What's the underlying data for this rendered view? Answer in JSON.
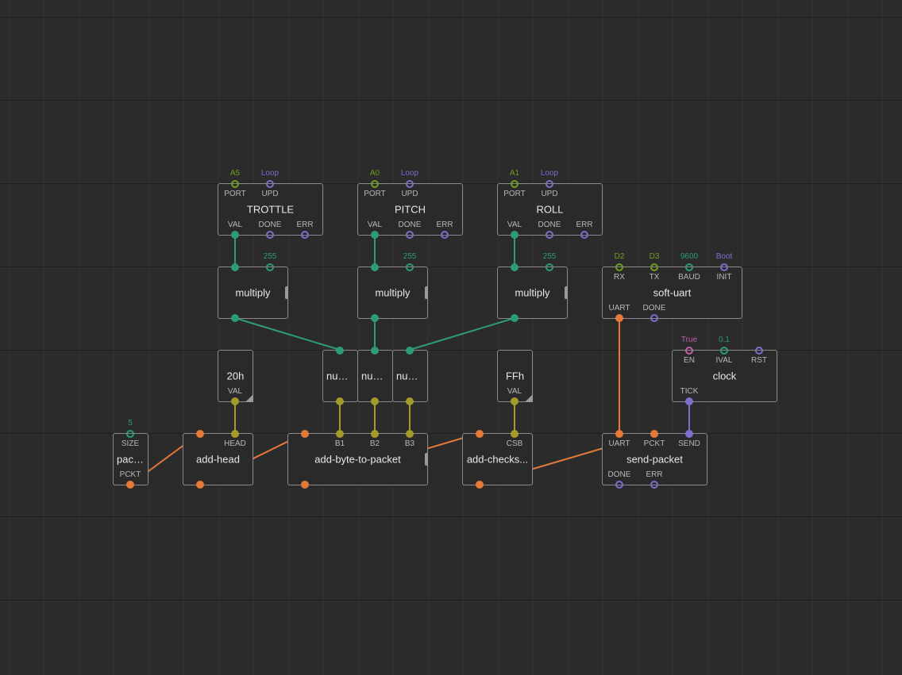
{
  "colors": {
    "number": "#2e9b7a",
    "pulse": "#7a6fce",
    "port": "#6f9e1c",
    "boolean": "#c060a8",
    "byte": "#a39b2b",
    "custom": "#e6793a",
    "value_number": "#2e9b7a",
    "value_pulse": "#7a6fce",
    "value_port": "#6f9e1c",
    "value_boolean": "#c060a8"
  },
  "nodes": {
    "trottle": {
      "title": "TROTTLE",
      "inputs": [
        {
          "label": "PORT",
          "value": "A5"
        },
        {
          "label": "UPD",
          "value": "Loop"
        }
      ],
      "outputs": [
        {
          "label": "VAL"
        },
        {
          "label": "DONE"
        },
        {
          "label": "ERR"
        }
      ]
    },
    "pitch": {
      "title": "PITCH",
      "inputs": [
        {
          "label": "PORT",
          "value": "A0"
        },
        {
          "label": "UPD",
          "value": "Loop"
        }
      ],
      "outputs": [
        {
          "label": "VAL"
        },
        {
          "label": "DONE"
        },
        {
          "label": "ERR"
        }
      ]
    },
    "roll": {
      "title": "ROLL",
      "inputs": [
        {
          "label": "PORT",
          "value": "A1"
        },
        {
          "label": "UPD",
          "value": "Loop"
        }
      ],
      "outputs": [
        {
          "label": "VAL"
        },
        {
          "label": "DONE"
        },
        {
          "label": "ERR"
        }
      ]
    },
    "multiply1": {
      "title": "multiply",
      "inputs": [
        {
          "value": ""
        },
        {
          "value": "255"
        }
      ]
    },
    "multiply2": {
      "title": "multiply",
      "inputs": [
        {
          "value": ""
        },
        {
          "value": "255"
        }
      ]
    },
    "multiply3": {
      "title": "multiply",
      "inputs": [
        {
          "value": ""
        },
        {
          "value": "255"
        }
      ]
    },
    "soft_uart": {
      "title": "soft-uart",
      "inputs": [
        {
          "label": "RX",
          "value": "D2"
        },
        {
          "label": "TX",
          "value": "D3"
        },
        {
          "label": "BAUD",
          "value": "9600"
        },
        {
          "label": "INIT",
          "value": "Boot"
        }
      ],
      "outputs": [
        {
          "label": "UART"
        },
        {
          "label": "DONE"
        }
      ]
    },
    "clock": {
      "title": "clock",
      "inputs": [
        {
          "label": "EN",
          "value": "True"
        },
        {
          "label": "IVAL",
          "value": "0.1"
        },
        {
          "label": "RST",
          "value": ""
        }
      ],
      "outputs": [
        {
          "label": "TICK"
        }
      ]
    },
    "const20h": {
      "title": "20h",
      "outputs": [
        {
          "label": "VAL"
        }
      ]
    },
    "constFFh": {
      "title": "FFh",
      "outputs": [
        {
          "label": "VAL"
        }
      ]
    },
    "num1": {
      "title": "num..."
    },
    "num2": {
      "title": "num..."
    },
    "num3": {
      "title": "num..."
    },
    "pack": {
      "title": "pack...",
      "inputs": [
        {
          "label": "SIZE",
          "value": "5"
        }
      ],
      "outputs": [
        {
          "label": "PCKT"
        }
      ]
    },
    "add_head": {
      "title": "add-head",
      "inputs": [
        {
          "label": ""
        },
        {
          "label": "HEAD"
        }
      ]
    },
    "add_byte": {
      "title": "add-byte-to-packet",
      "inputs": [
        {
          "label": ""
        },
        {
          "label": "B1"
        },
        {
          "label": "B2"
        },
        {
          "label": "B3"
        }
      ]
    },
    "add_checksum": {
      "title": "add-checks...",
      "inputs": [
        {
          "label": ""
        },
        {
          "label": "CSB"
        }
      ]
    },
    "send_packet": {
      "title": "send-packet",
      "inputs": [
        {
          "label": "UART"
        },
        {
          "label": "PCKT"
        },
        {
          "label": "SEND"
        }
      ],
      "outputs": [
        {
          "label": "DONE"
        },
        {
          "label": "ERR"
        }
      ]
    }
  }
}
